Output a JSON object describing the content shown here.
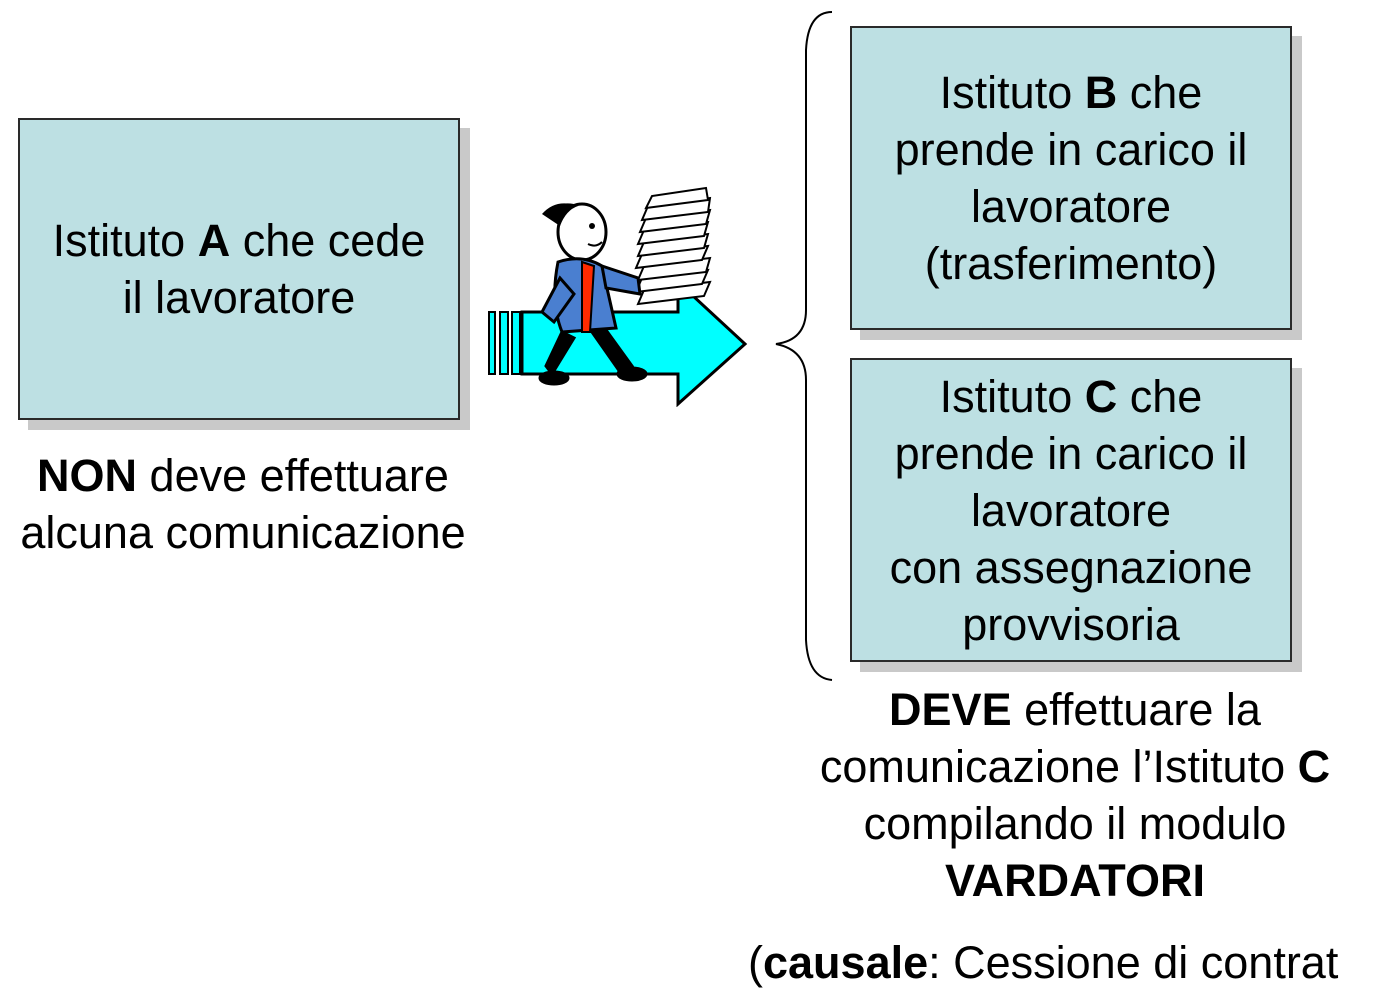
{
  "box_a": {
    "pre": "Istituto ",
    "bold": "A",
    "post": " che cede",
    "line2": "il lavoratore"
  },
  "caption_a": {
    "bold": "NON",
    "post": " deve effettuare",
    "line2": "alcuna comunicazione"
  },
  "box_b": {
    "pre": "Istituto ",
    "bold": "B",
    "post": " che",
    "line2": "prende in carico il",
    "line3": "lavoratore",
    "line4": "(trasferimento)"
  },
  "box_c": {
    "pre": "Istituto ",
    "bold": "C",
    "post": " che",
    "line2": "prende in carico il",
    "line3": "lavoratore",
    "line4": "con assegnazione",
    "line5": "provvisoria"
  },
  "caption_c": {
    "bold1": "DEVE",
    "post1": " effettuare   la",
    "pre2": "comunicazione  l’Istituto ",
    "bold2": "C",
    "line3": "compilando il modulo",
    "bold4": "VARDATORI"
  },
  "causale": {
    "open": "(",
    "bold": "causale",
    "rest": ": Cessione di contrat"
  },
  "icons": {
    "mover": "person-carrying-documents-icon",
    "arrow": "cyan-arrow-icon"
  },
  "colors": {
    "box_fill": "#bde0e3",
    "arrow": "#00ffff",
    "shadow": "#c9c9c9"
  }
}
